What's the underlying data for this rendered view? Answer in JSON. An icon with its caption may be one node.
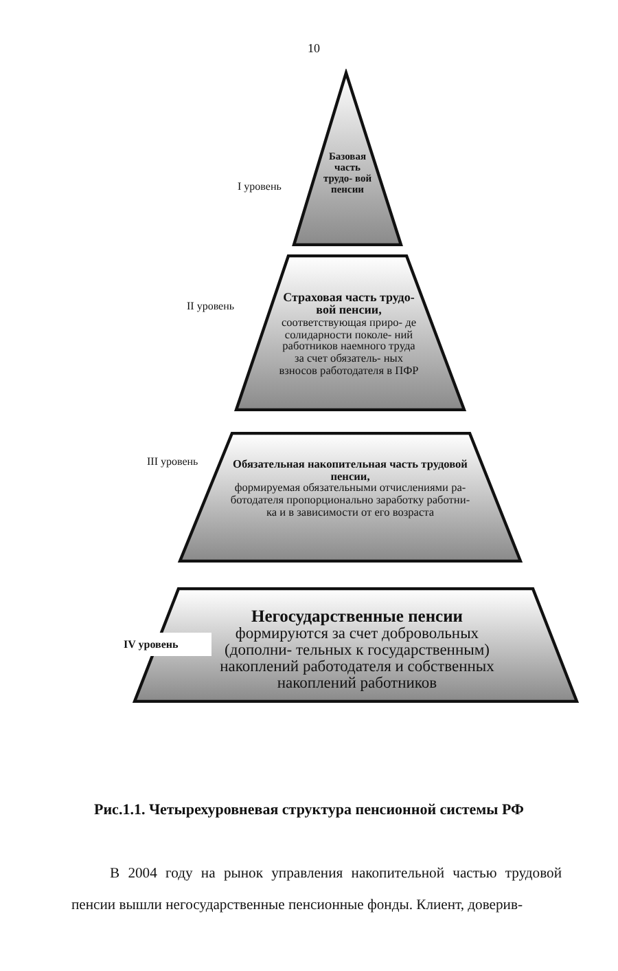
{
  "diagram": {
    "caption": "Рис.1.1. Четырехуровневая структура пенсионной системы РФ",
    "nodes": [
      {
        "text": [
          "Базовая часть трудо- вой пенсии"
        ],
        "beside": [
          "I уровень"
        ]
      },
      {
        "text": [
          "Страховая часть трудо- вой пенсии,",
          "соответствующая приро- де солидарности поколе- ний работников наемного труда за счет обязатель- ных взносов работодателя в ПФР"
        ],
        "beside": [
          "II уровень"
        ]
      },
      {
        "text": [
          "Обязательная накопительная часть трудовой пенсии,",
          "формируемая обязательными отчислениями ра- ботодателя пропорционально заработку работни- ка и в зависимости от его возраста"
        ],
        "beside": [
          "III уровень"
        ]
      },
      {
        "text": [
          "Негосударственные пенсии",
          "формируются за счет добровольных (дополни- тельных к государственным) накоплений работодателя и собственных накоплений работников"
        ],
        "beside": [
          "IV уровень"
        ]
      }
    ],
    "labels": [
      "10",
      "В 2004 году на рынок управления накопительной частью трудовой пенсии вышли негосударственные пенсионные фонды. Клиент, доверив-"
    ]
  }
}
